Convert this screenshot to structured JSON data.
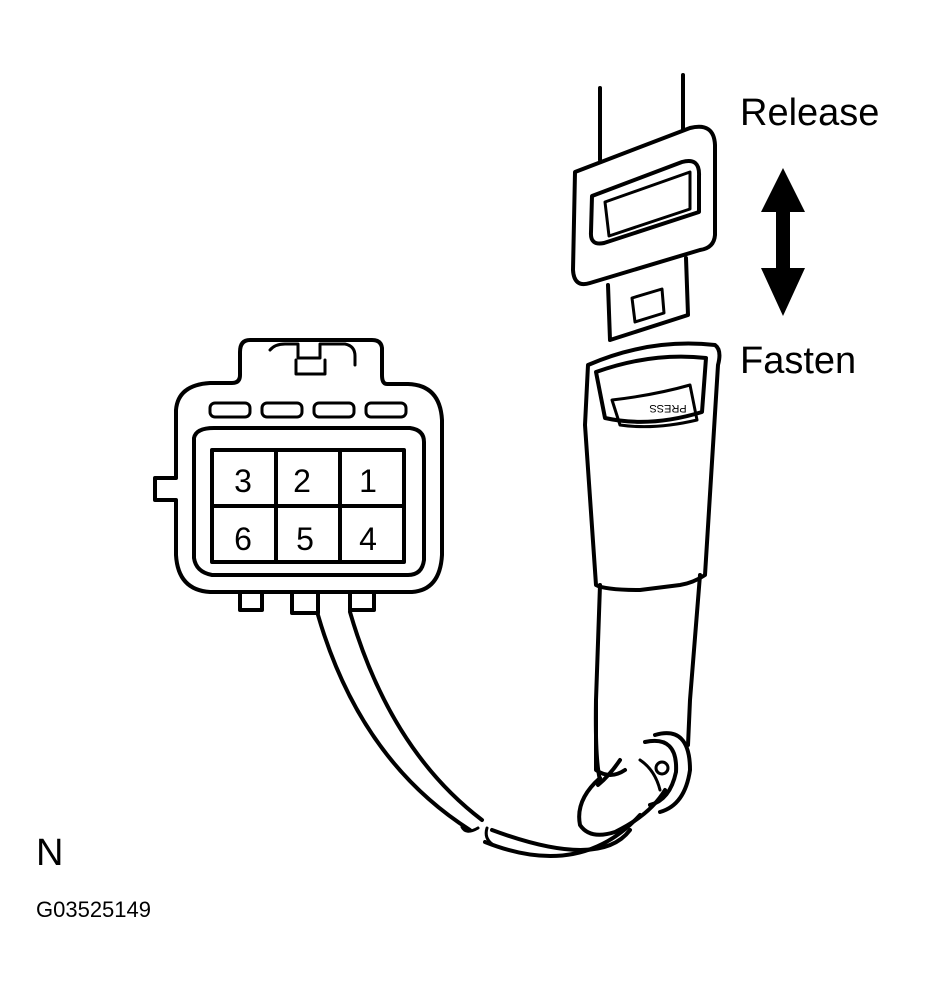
{
  "labels": {
    "release": "Release",
    "fasten": "Fasten",
    "view_letter": "N",
    "figure_code": "G03525149",
    "buckle_stamp": "PRESS"
  },
  "connector": {
    "pins_top_row": [
      "3",
      "2",
      "1"
    ],
    "pins_bottom_row": [
      "6",
      "5",
      "4"
    ]
  },
  "colors": {
    "line": "#000000",
    "background": "#ffffff"
  }
}
